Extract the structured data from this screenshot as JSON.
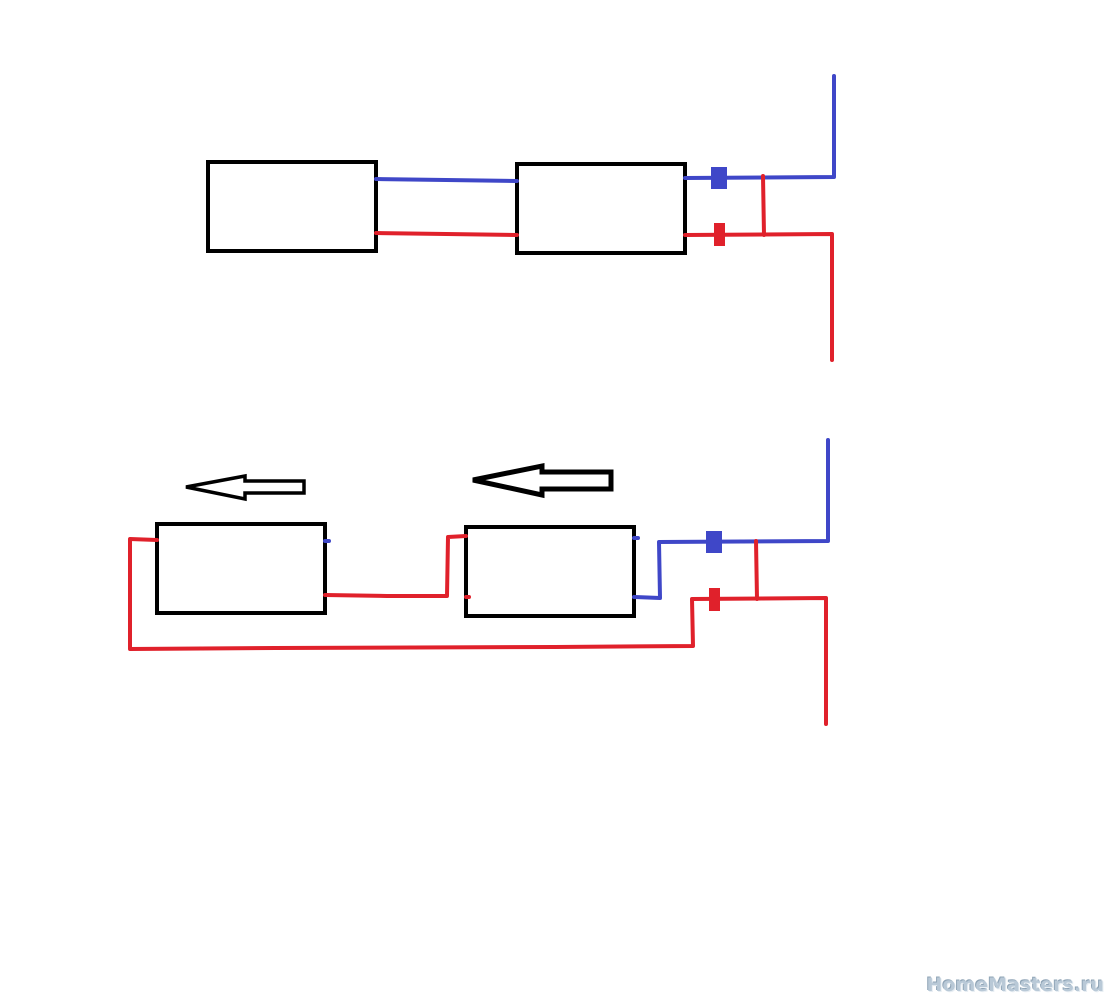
{
  "watermark": "HomeMasters.ru",
  "colors": {
    "supply": "#e0212b",
    "return": "#3f47c8",
    "outline": "#000000",
    "background": "#ffffff"
  },
  "diagrams": [
    {
      "scheme": "top",
      "radiators": 2,
      "valves": [
        "blue",
        "red"
      ]
    },
    {
      "scheme": "bottom",
      "radiators": 2,
      "valves": [
        "blue",
        "red"
      ],
      "flow_arrows": [
        "left",
        "left"
      ]
    }
  ]
}
